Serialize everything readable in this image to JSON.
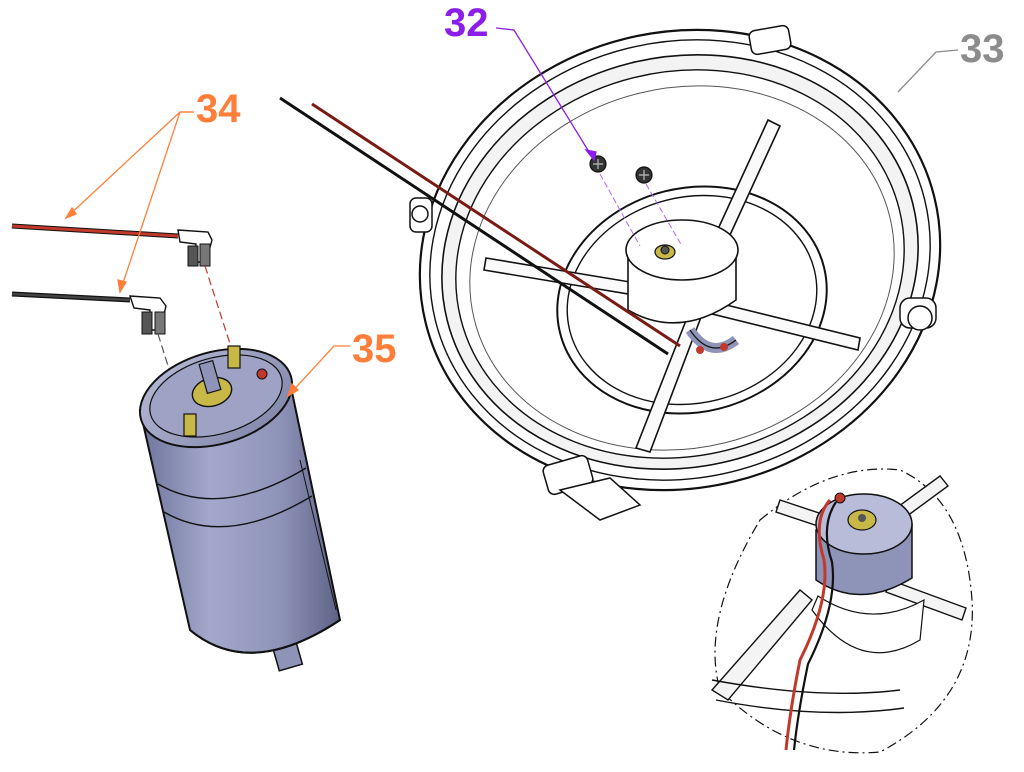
{
  "callouts": [
    {
      "id": "32",
      "label": "32",
      "part": "screws",
      "color": "#8b1ee8"
    },
    {
      "id": "33",
      "label": "33",
      "part": "motor-housing-ring",
      "color": "#8c8c8c"
    },
    {
      "id": "34",
      "label": "34",
      "part": "motor-wires",
      "color": "#ff7f3a"
    },
    {
      "id": "35",
      "label": "35",
      "part": "dc-motor",
      "color": "#ff7f3a"
    }
  ],
  "colors": {
    "motor_body": "#8e93b8",
    "motor_shadow": "#6d7296",
    "wire_red": "#c0392b",
    "wire_black": "#222222",
    "outline": "#111111",
    "brass": "#c8b848",
    "housing_fill": "#ffffff"
  },
  "icons": [
    "screw-icon",
    "terminal-icon",
    "spade-connector-icon"
  ]
}
